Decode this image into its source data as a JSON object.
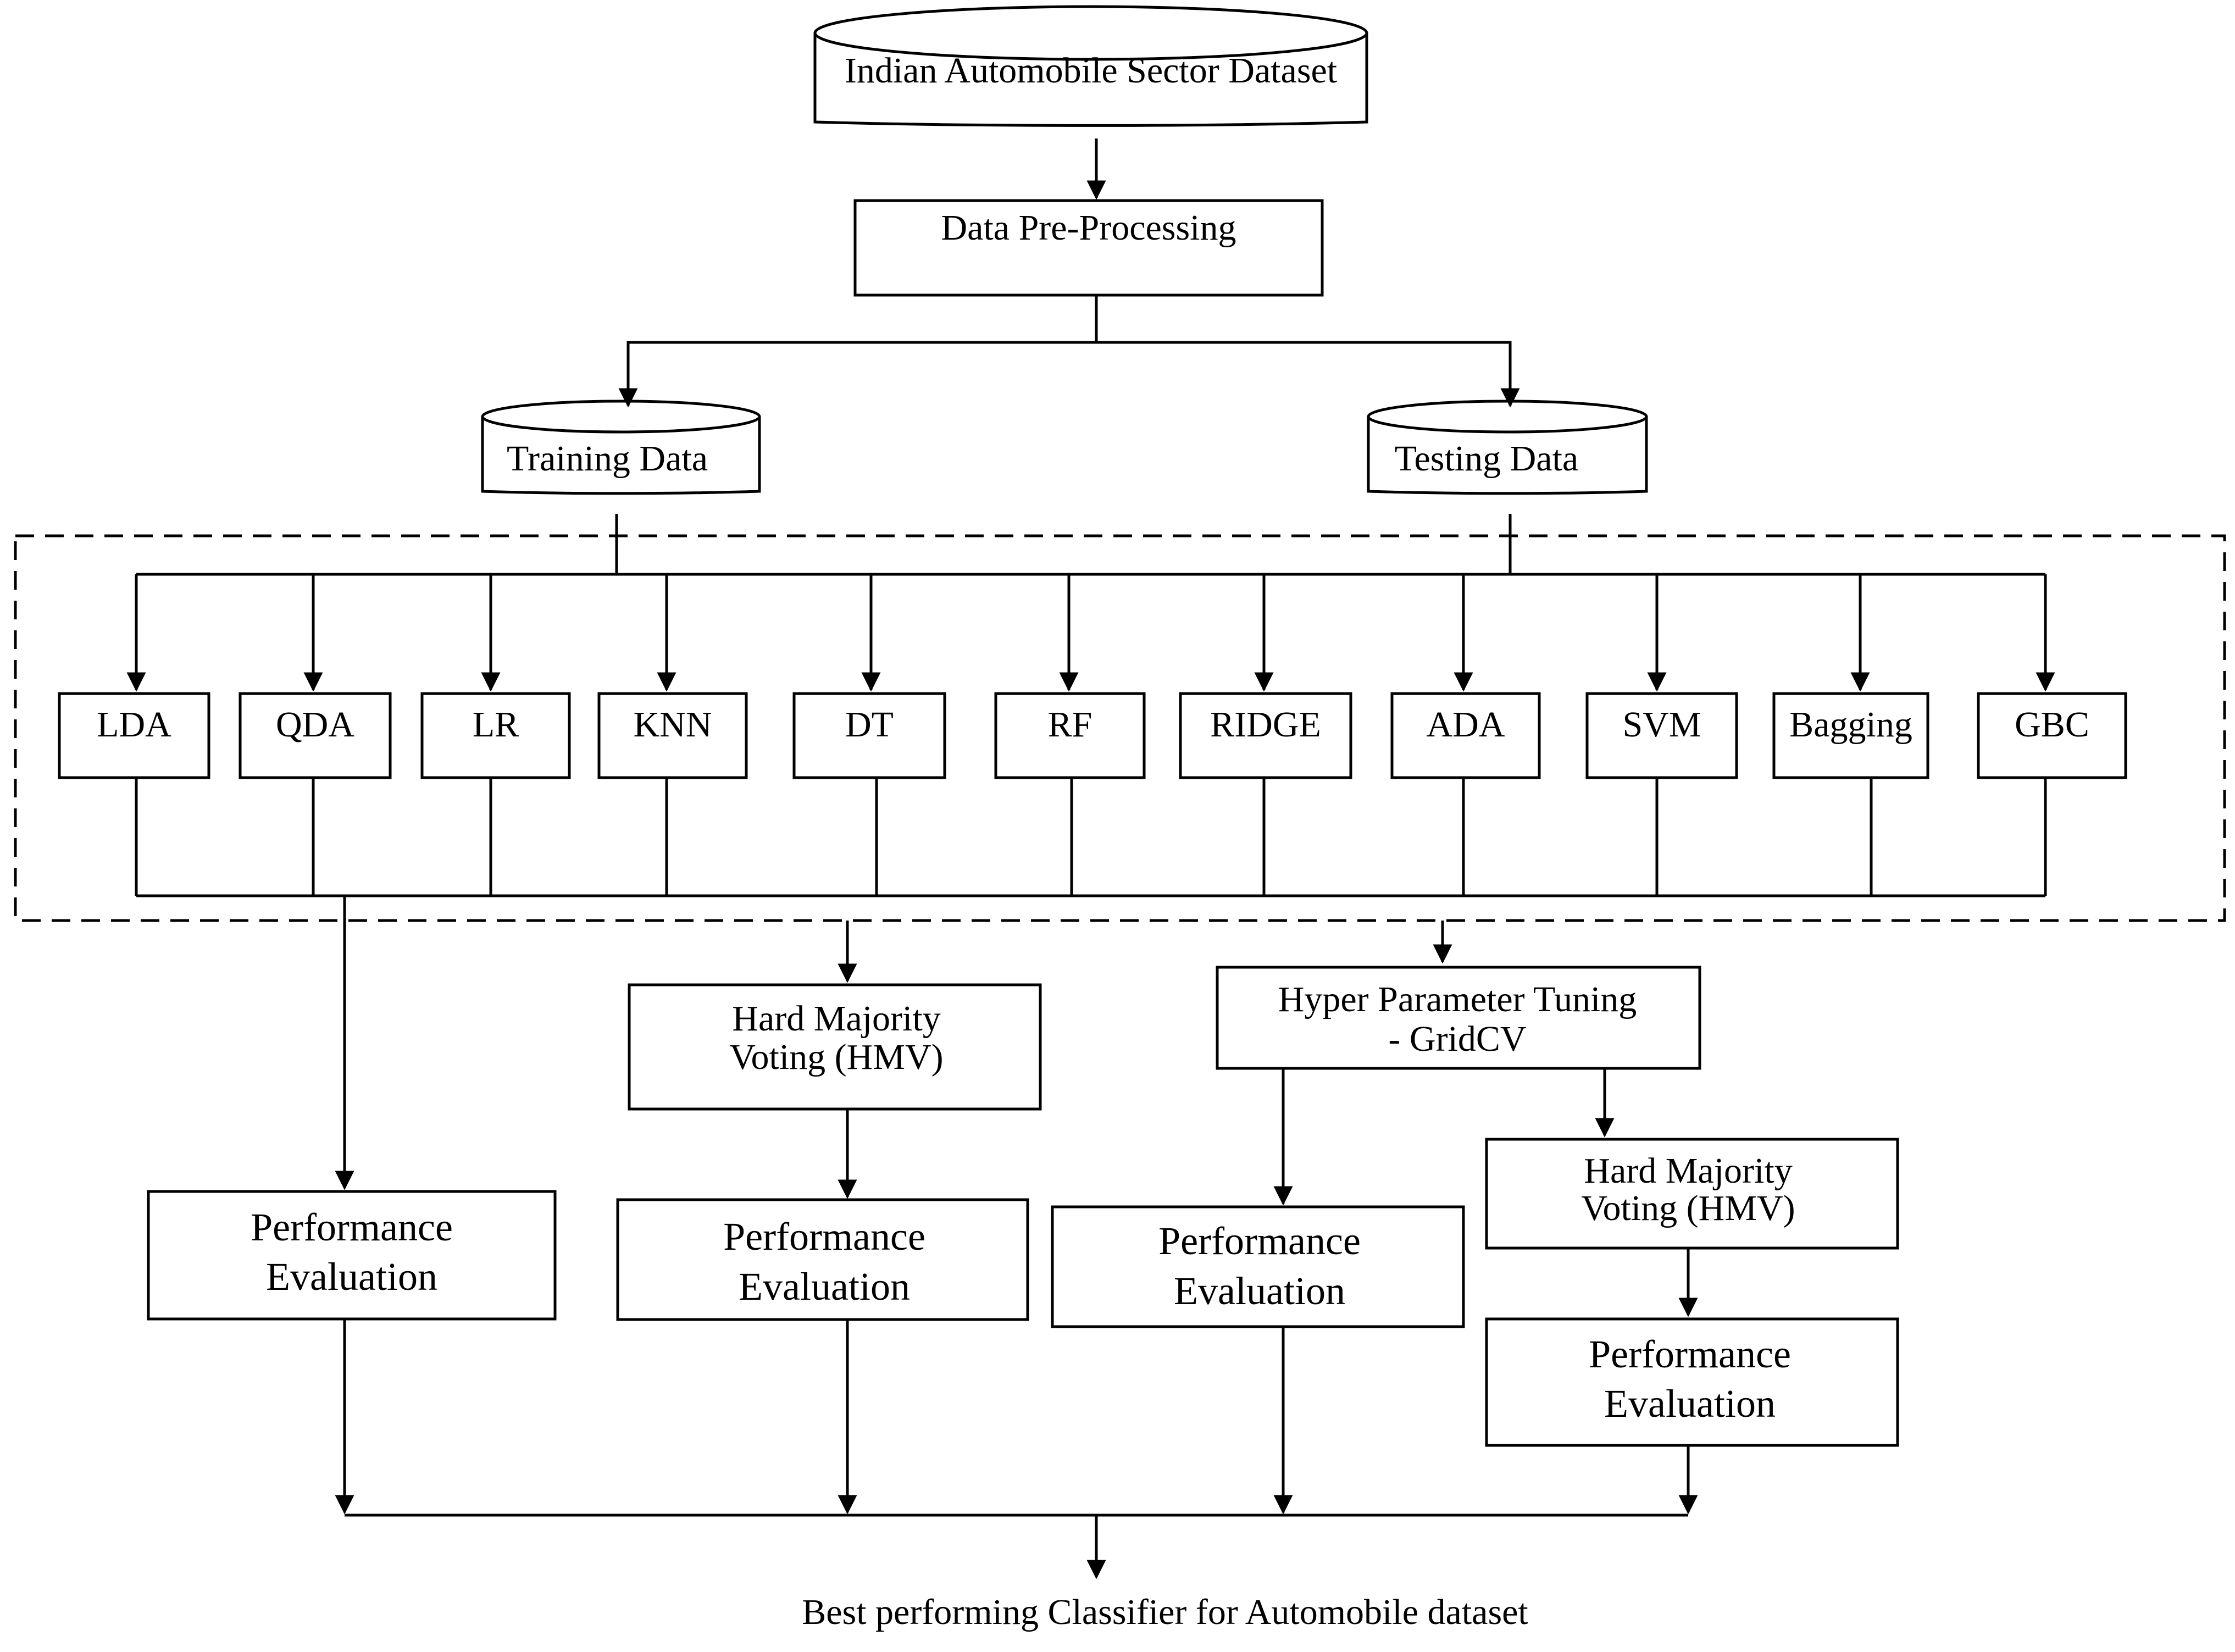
{
  "dataset": "Indian Automobile Sector Dataset",
  "preprocessing": "Data Pre-Processing",
  "training": "Training Data",
  "testing": "Testing Data",
  "classifiers": [
    "LDA",
    "QDA",
    "LR",
    "KNN",
    "DT",
    "RF",
    "RIDGE",
    "ADA",
    "SVM",
    "Bagging",
    "GBC"
  ],
  "hmv1": [
    "Hard Majority",
    "Voting (HMV)"
  ],
  "tuning": [
    "Hyper Parameter Tuning",
    "- GridCV"
  ],
  "hmv2": [
    "Hard Majority",
    "Voting (HMV)"
  ],
  "perf": [
    "Performance",
    "Evaluation"
  ],
  "result": "Best performing Classifier for Automobile dataset"
}
